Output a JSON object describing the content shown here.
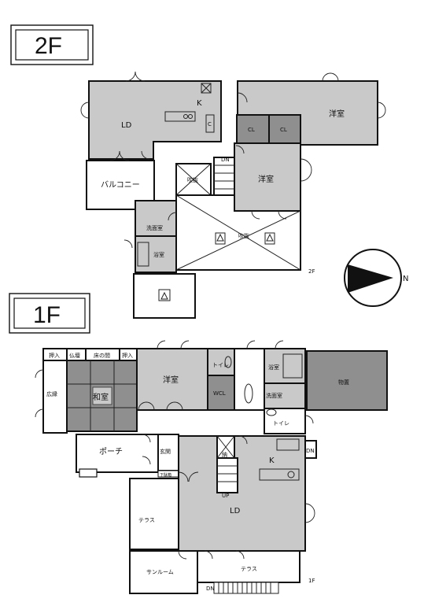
{
  "floor2": {
    "label": "2F",
    "corner": "2F",
    "rooms": {
      "ld": "LD",
      "kitchen": "K",
      "western_main": "洋室",
      "western_2": "洋室",
      "cl1": "CL",
      "cl2": "CL",
      "balcony": "バルコニー",
      "void1": "吹抜",
      "void2": "吹抜",
      "washroom": "洗面室",
      "bath": "浴室",
      "stair_dn": "DN"
    }
  },
  "floor1": {
    "label": "1F",
    "corner": "1F",
    "rooms": {
      "oshiire1": "押入",
      "butsudan": "仏壇",
      "tokonoma": "床の間",
      "oshiire2": "押入",
      "engawa": "広縁",
      "washitsu": "和室",
      "western": "洋室",
      "toilet_v": "トイレ",
      "wcl": "WCL",
      "bath": "浴室",
      "washroom": "洗面室",
      "storage": "物置",
      "toilet": "トイレ",
      "porch": "ポーチ",
      "entrance": "玄関",
      "shoe": "下駄箱",
      "kitchen": "K",
      "ld": "LD",
      "up": "UP",
      "dn": "DN",
      "dn2": "DN",
      "terrace_left": "テラス",
      "terrace_bottom": "テラス",
      "sunroom": "サンルーム",
      "sub": "納"
    }
  },
  "compass": {
    "label": "N"
  }
}
